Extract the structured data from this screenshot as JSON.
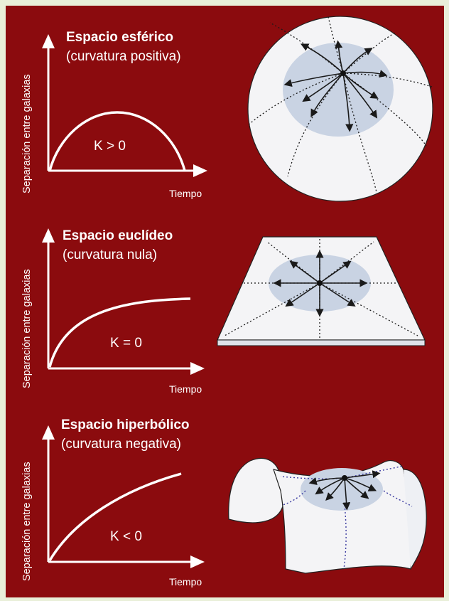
{
  "colors": {
    "border": "#e9efd9",
    "panel": "#8b0b0e",
    "text": "#ffffff",
    "surface": "#f4f4f6",
    "highlight": "#c9d3e3",
    "arrow": "#1a1a1a",
    "dotted_line": "#3a3aa0"
  },
  "panels": [
    {
      "title": "Espacio esférico",
      "subtitle": "(curvatura positiva)",
      "y_axis_label": "Separación entre galaxias",
      "x_axis_label": "Tiempo",
      "curve_label": "K > 0",
      "curve_shape": "closed-arc",
      "illustration": "sphere-icon"
    },
    {
      "title": "Espacio euclídeo",
      "subtitle": "(curvatura nula)",
      "y_axis_label": "Separación entre galaxias",
      "x_axis_label": "Tiempo",
      "curve_label": "K =  0",
      "curve_shape": "asymptotic",
      "illustration": "flat-plane-icon"
    },
    {
      "title": "Espacio hiperbólico",
      "subtitle": "(curvatura negativa)",
      "y_axis_label": "Separación entre galaxias",
      "x_axis_label": "Tiempo",
      "curve_label": "K <  0",
      "curve_shape": "unbounded",
      "illustration": "saddle-icon"
    }
  ]
}
